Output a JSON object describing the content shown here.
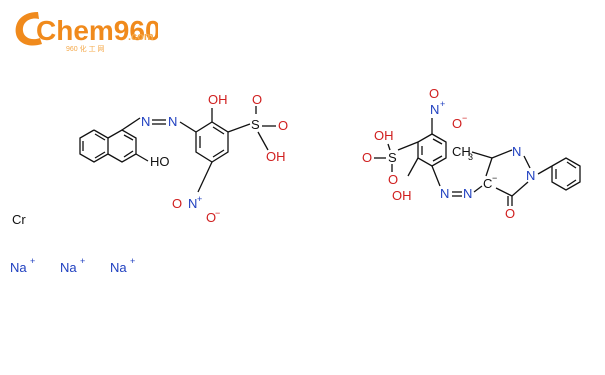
{
  "logo": {
    "brand": "Chem960",
    "suffix": ".com",
    "tagline": "960 化 工 网",
    "color_primary": "#f08a1c",
    "color_secondary": "#f5a94a"
  },
  "molecule_left": {
    "labels": {
      "oh_top": "OH",
      "oh_naph": "HO",
      "sulfonyl_s": "S",
      "sulfonyl_o1": "O",
      "sulfonyl_o2": "O",
      "sulfonyl_oh": "OH",
      "azo_n1": "N",
      "azo_n2": "N",
      "nitro_n": "N",
      "nitro_plus": "+",
      "nitro_o1": "O",
      "nitro_o2": "O",
      "nitro_minus": "−"
    }
  },
  "molecule_right": {
    "labels": {
      "nitro_n": "N",
      "nitro_plus": "+",
      "nitro_o1": "O",
      "nitro_o2": "O",
      "nitro_minus": "−",
      "sulfonyl_oh": "OH",
      "sulfonyl_s": "S",
      "sulfonyl_o1": "O",
      "sulfonyl_o2": "O",
      "phenol_oh": "OH",
      "azo_n1": "N",
      "azo_n2": "N",
      "methyl": "CH",
      "methyl_sub": "3",
      "ring_n1": "N",
      "ring_n2": "N",
      "carbanion": "C",
      "carbanion_charge": "−",
      "keto_o": "O"
    }
  },
  "ions": {
    "metal": "Cr",
    "sodium": [
      "Na",
      "Na",
      "Na"
    ],
    "charge": "+"
  }
}
